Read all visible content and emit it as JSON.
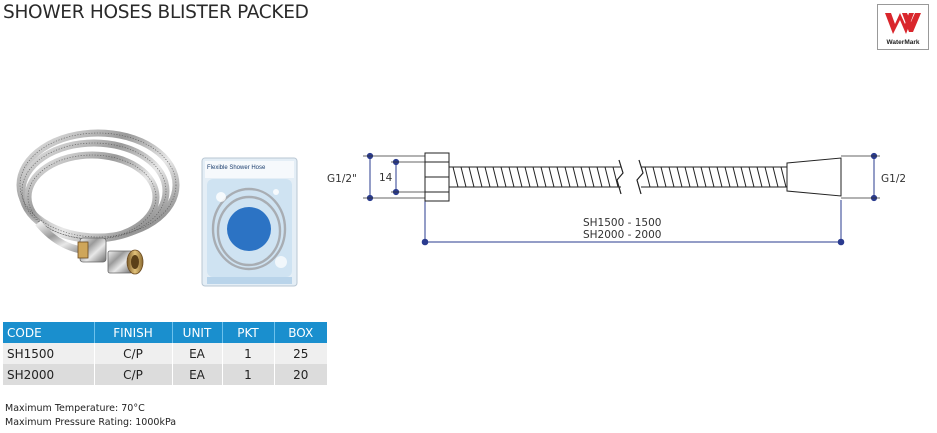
{
  "title": "SHOWER HOSES BLISTER PACKED",
  "logo": {
    "text": "WaterMark",
    "icon": "watermark-logo-icon"
  },
  "blister": {
    "label": "Flexible Shower Hose"
  },
  "diagram": {
    "thread_left": "G1/2\"",
    "thread_right": "G1/2\"",
    "nut_size": "14",
    "lengths": [
      "SH1500 - 1500",
      "SH2000 - 2000"
    ]
  },
  "table": {
    "headers": [
      "CODE",
      "FINISH",
      "UNIT",
      "PKT",
      "BOX"
    ],
    "rows": [
      [
        "SH1500",
        "C/P",
        "EA",
        "1",
        "25"
      ],
      [
        "SH2000",
        "C/P",
        "EA",
        "1",
        "20"
      ]
    ]
  },
  "notes": {
    "max_temp": "Maximum Temperature: 70°C",
    "max_pressure": "Maximum Pressure Rating: 1000kPa"
  },
  "colors": {
    "table_header": "#1a8fce",
    "logo_red": "#d9262c",
    "diagram_blue": "#2a3b8f"
  }
}
